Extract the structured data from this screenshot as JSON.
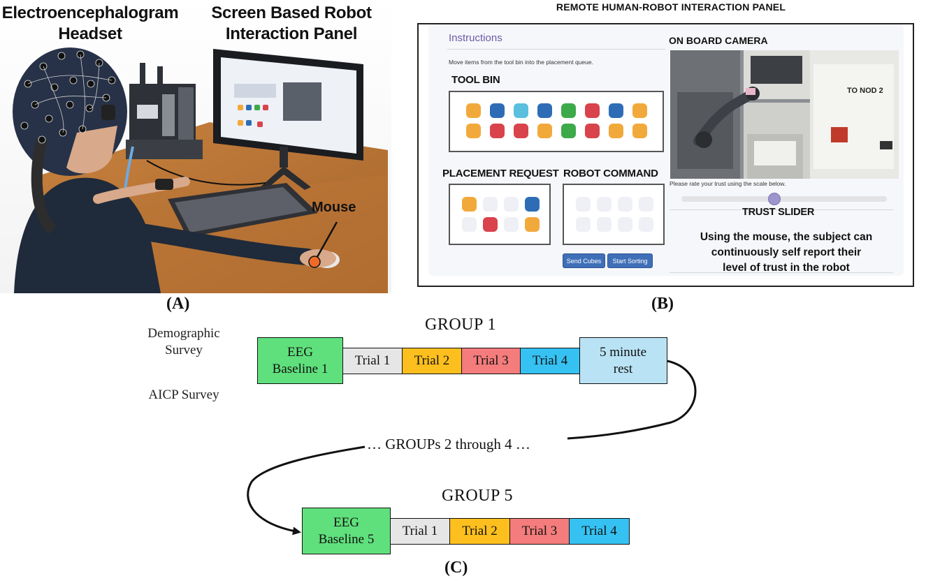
{
  "panel_a": {
    "headset_label": [
      "Electroencephalogram",
      "Headset"
    ],
    "screen_label": [
      "Screen Based Robot",
      "Interaction Panel"
    ],
    "mouse_label": "Mouse",
    "letter": "(A)"
  },
  "panel_b": {
    "title": "REMOTE HUMAN-ROBOT INTERACTION PANEL",
    "instructions_title": "Instructions",
    "instructions_text": "Move items from the tool bin into the placement queue.",
    "tool_bin_label": "TOOL BIN",
    "tool_bin_cubes": [
      [
        "orange",
        "blue",
        "lightblue",
        "blue",
        "green",
        "red",
        "blue",
        "orange"
      ],
      [
        "orange",
        "red",
        "red",
        "orange",
        "green",
        "red",
        "orange",
        "orange"
      ]
    ],
    "placement_request_label": "PLACEMENT REQUEST",
    "placement_request_cubes": [
      [
        "orange",
        "empty",
        "empty",
        "blue"
      ],
      [
        "empty",
        "red",
        "empty",
        "orange"
      ]
    ],
    "robot_command_label": "ROBOT COMMAND",
    "robot_command_cubes": [
      [
        "empty",
        "empty",
        "empty",
        "empty"
      ],
      [
        "empty",
        "empty",
        "empty",
        "empty"
      ]
    ],
    "send_button": "Send Cubes",
    "start_button": "Start Sorting",
    "camera_label": "ON BOARD CAMERA",
    "camera_sign": "TO NOD 2",
    "rate_prompt": "Please rate your trust using the scale below.",
    "trust_slider_label": "TRUST SLIDER",
    "trust_slider_value": 0.45,
    "trust_caption": [
      "Using the mouse, the subject can",
      "continuously self report their",
      "level of trust in the robot"
    ],
    "letter": "(B)",
    "colors": {
      "orange": "#f2a93b",
      "blue": "#2e6db5",
      "lightblue": "#5bc0de",
      "green": "#3daa4a",
      "red": "#d9434b",
      "empty": "#eef0f5"
    }
  },
  "panel_c": {
    "survey_1": [
      "Demographic",
      "Survey"
    ],
    "survey_2": "AICP Survey",
    "group1": {
      "title": "GROUP 1",
      "segments": [
        {
          "label": [
            "EEG",
            "Baseline 1"
          ],
          "color": "#5fe07c"
        },
        {
          "label": [
            "Trial 1"
          ],
          "color": "#e6e6e6"
        },
        {
          "label": [
            "Trial 2"
          ],
          "color": "#fdbf1e"
        },
        {
          "label": [
            "Trial 3"
          ],
          "color": "#f47c7c"
        },
        {
          "label": [
            "Trial 4"
          ],
          "color": "#35c2f2"
        },
        {
          "label": [
            "5 minute",
            "rest"
          ],
          "color": "#b9e3f5"
        }
      ]
    },
    "between_label": "… GROUPs 2 through 4 …",
    "group5": {
      "title": "GROUP 5",
      "segments": [
        {
          "label": [
            "EEG",
            "Baseline 5"
          ],
          "color": "#5fe07c"
        },
        {
          "label": [
            "Trial 1"
          ],
          "color": "#e6e6e6"
        },
        {
          "label": [
            "Trial 2"
          ],
          "color": "#fdbf1e"
        },
        {
          "label": [
            "Trial 3"
          ],
          "color": "#f47c7c"
        },
        {
          "label": [
            "Trial 4"
          ],
          "color": "#35c2f2"
        }
      ]
    },
    "letter": "(C)"
  }
}
